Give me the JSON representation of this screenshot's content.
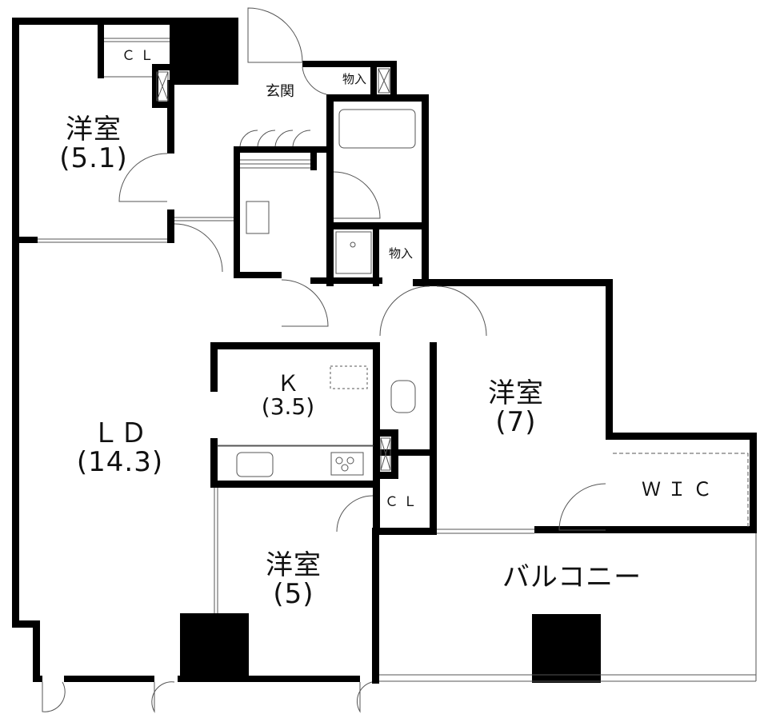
{
  "floor_plan": {
    "rooms": [
      {
        "id": "western_room_1",
        "name": "洋室",
        "size": "(5.1)"
      },
      {
        "id": "entrance",
        "name": "玄関"
      },
      {
        "id": "storage_entrance",
        "name": "物入"
      },
      {
        "id": "storage_hall",
        "name": "物入"
      },
      {
        "id": "closet_1",
        "name": "ＣＬ"
      },
      {
        "id": "kitchen",
        "name": "Ｋ",
        "size": "(3.5)"
      },
      {
        "id": "living_dining",
        "name": "ＬＤ",
        "size": "(14.3)"
      },
      {
        "id": "western_room_2",
        "name": "洋室",
        "size": "(7)"
      },
      {
        "id": "wic",
        "name": "ＷＩＣ"
      },
      {
        "id": "closet_2",
        "name": "ＣＬ"
      },
      {
        "id": "western_room_3",
        "name": "洋室",
        "size": "(5)"
      },
      {
        "id": "balcony",
        "name": "バルコニー"
      }
    ],
    "colors": {
      "wall": "#000000",
      "line": "#555555",
      "background": "#ffffff"
    }
  }
}
